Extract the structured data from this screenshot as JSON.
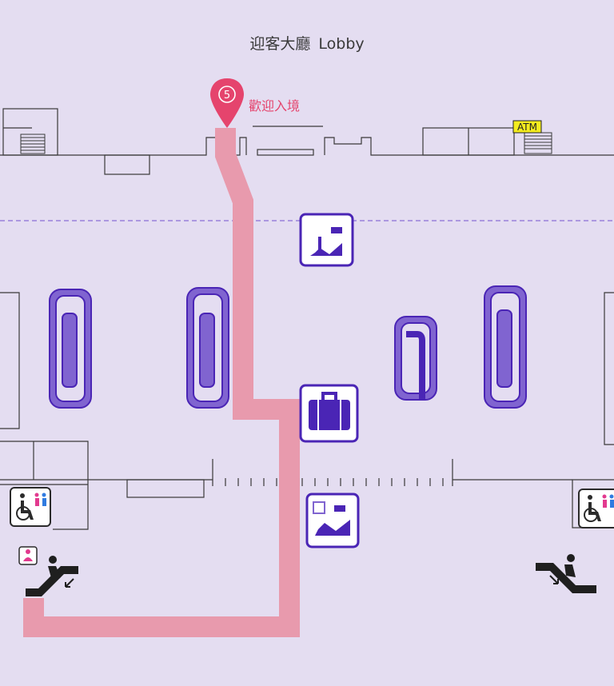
{
  "map": {
    "title_zh": "迎客大廳",
    "title_en": "Lobby",
    "pin_number": "5",
    "pin_label": "歡迎入境",
    "atm_label": "ATM"
  },
  "icons": [
    "customs-officer-icon",
    "baggage-claim-icon",
    "customs-inspection-icon",
    "accessible-restroom-icon",
    "nursing-room-icon",
    "escalator-down-icon"
  ],
  "colors": {
    "background": "#e4ddf1",
    "route": "#e89aad",
    "pin": "#e5446d",
    "carousel": "#8064d0",
    "icon_border": "#4a25b5",
    "atm_bg": "#f4ec1e"
  }
}
